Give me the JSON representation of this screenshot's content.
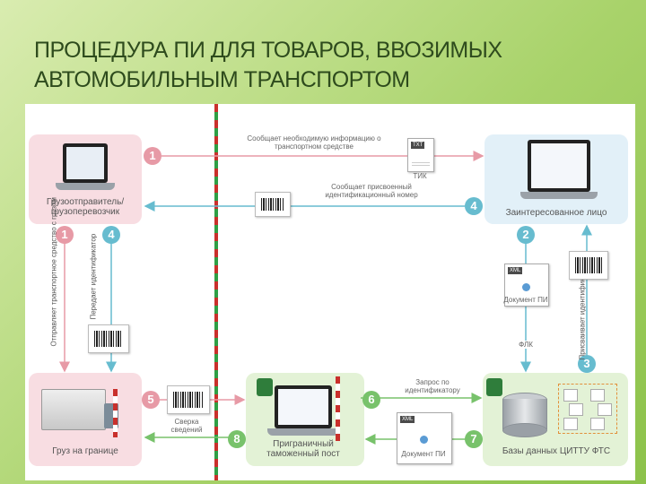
{
  "title": {
    "line1": "ПРОЦЕДУРА ПИ ДЛЯ ТОВАРОВ, ВВОЗИМЫХ",
    "line2": "АВТОМОБИЛЬНЫМ ТРАНСПОРТОМ"
  },
  "nodes": {
    "shipper": "Грузоотправитель/ грузоперевозчик",
    "interested": "Заинтересованное лицо",
    "cargo": "Груз на границе",
    "customs_post": "Приграничный таможенный пост",
    "database": "Базы данных ЦИТТУ ФТС"
  },
  "messages": {
    "m1": "Сообщает необходимую информацию о транспортном средстве",
    "m4": "Сообщает присвоенный идентификационный номер",
    "m5": "Сверка сведений",
    "m6": "Запрос по идентификатору",
    "flk": "ФЛК"
  },
  "vertical_labels": {
    "send_cargo": "Отправляет транспортное средство с грузом",
    "pass_id": "Передает идентификатор",
    "assign_id": "Присваивает идентификатор"
  },
  "docs": {
    "tik": "ТИК",
    "doc_pi_1": "Документ ПИ",
    "doc_pi_2": "Документ ПИ",
    "xml": "XML",
    "txt": "TXT"
  },
  "steps": [
    "1",
    "1",
    "4",
    "4",
    "2",
    "3",
    "5",
    "6",
    "7",
    "8"
  ],
  "colors": {
    "pink": "#e79aa6",
    "teal": "#67bccf",
    "green": "#78c26b",
    "border_red": "#c9302c",
    "border_green": "#2f9f45"
  }
}
